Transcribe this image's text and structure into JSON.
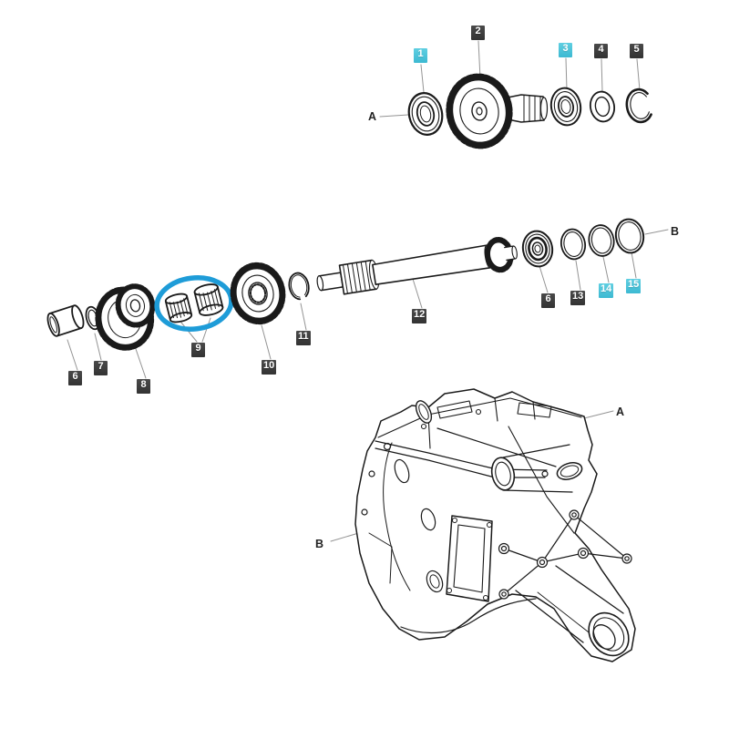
{
  "figure": {
    "kind": "exploded-parts-diagram",
    "selection_marker": {
      "shape": "ellipse",
      "around_callout": "9"
    }
  },
  "colors": {
    "background": "#ffffff",
    "line_art": "#1a1a1a",
    "leader_line": "#949494",
    "label_dark_bg": "#3b3b3b",
    "label_highlight_bg": "#4cc5da",
    "label_text": "#ffffff",
    "selection_ellipse": "#1e9cd8"
  },
  "callouts": [
    {
      "text": "1",
      "highlighted": true
    },
    {
      "text": "2",
      "highlighted": false
    },
    {
      "text": "3",
      "highlighted": true
    },
    {
      "text": "4",
      "highlighted": false
    },
    {
      "text": "5",
      "highlighted": false
    },
    {
      "text": "6",
      "highlighted": false
    },
    {
      "text": "7",
      "highlighted": false
    },
    {
      "text": "8",
      "highlighted": false
    },
    {
      "text": "9",
      "highlighted": false
    },
    {
      "text": "10",
      "highlighted": false
    },
    {
      "text": "11",
      "highlighted": false
    },
    {
      "text": "12",
      "highlighted": false
    },
    {
      "text": "6",
      "highlighted": false
    },
    {
      "text": "13",
      "highlighted": false
    },
    {
      "text": "14",
      "highlighted": true
    },
    {
      "text": "15",
      "highlighted": true
    }
  ],
  "reference_letters": [
    {
      "text": "A"
    },
    {
      "text": "B"
    },
    {
      "text": "A"
    },
    {
      "text": "B"
    }
  ]
}
